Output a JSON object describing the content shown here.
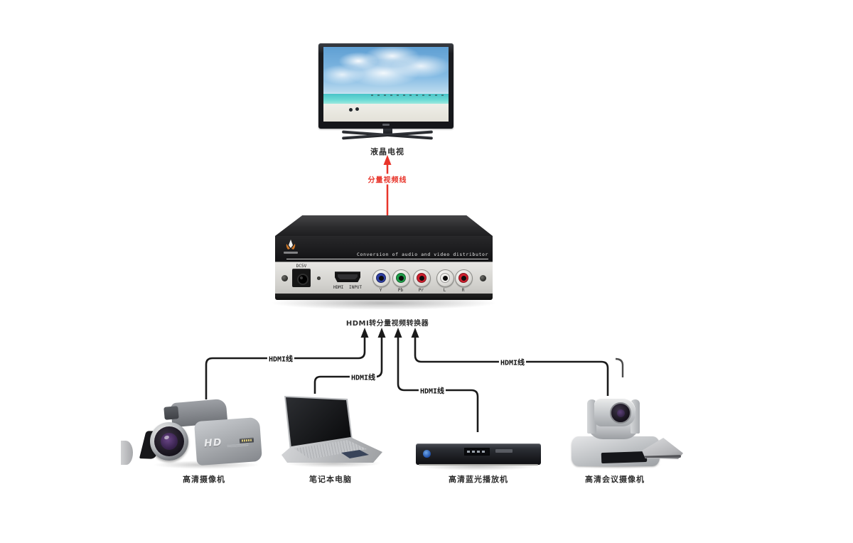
{
  "colors": {
    "accent_red": "#e8342a",
    "cable_black": "#1a1a1a",
    "jack_y": "#2e3fa3",
    "jack_pb": "#1f9e49",
    "jack_pr": "#cf1f2e",
    "jack_l": "#f0efec",
    "jack_r": "#cf1f2e"
  },
  "tv": {
    "label": "液晶电视"
  },
  "component_cable": {
    "label": "分量视频线"
  },
  "converter": {
    "tagline": "Conversion of audio and video distributor",
    "label": "HDMI转分量视频转换器",
    "dc_label": "DC5V",
    "hdmi_label": "HDMI INPUT",
    "jacks": [
      {
        "name": "Y",
        "color": "#2e3fa3"
      },
      {
        "name": "Pb",
        "color": "#1f9e49"
      },
      {
        "name": "Pr",
        "color": "#cf1f2e"
      },
      {
        "name": "L",
        "color": "#f0efec"
      },
      {
        "name": "R",
        "color": "#cf1f2e"
      }
    ]
  },
  "cables": [
    {
      "label": "HDMI线"
    },
    {
      "label": "HDMI线"
    },
    {
      "label": "HDMI线"
    },
    {
      "label": "HDMI线"
    }
  ],
  "devices": [
    {
      "label": "高清摄像机",
      "badge": "HD"
    },
    {
      "label": "笔记本电脑"
    },
    {
      "label": "高清蓝光播放机"
    },
    {
      "label": "高清会议摄像机"
    }
  ]
}
